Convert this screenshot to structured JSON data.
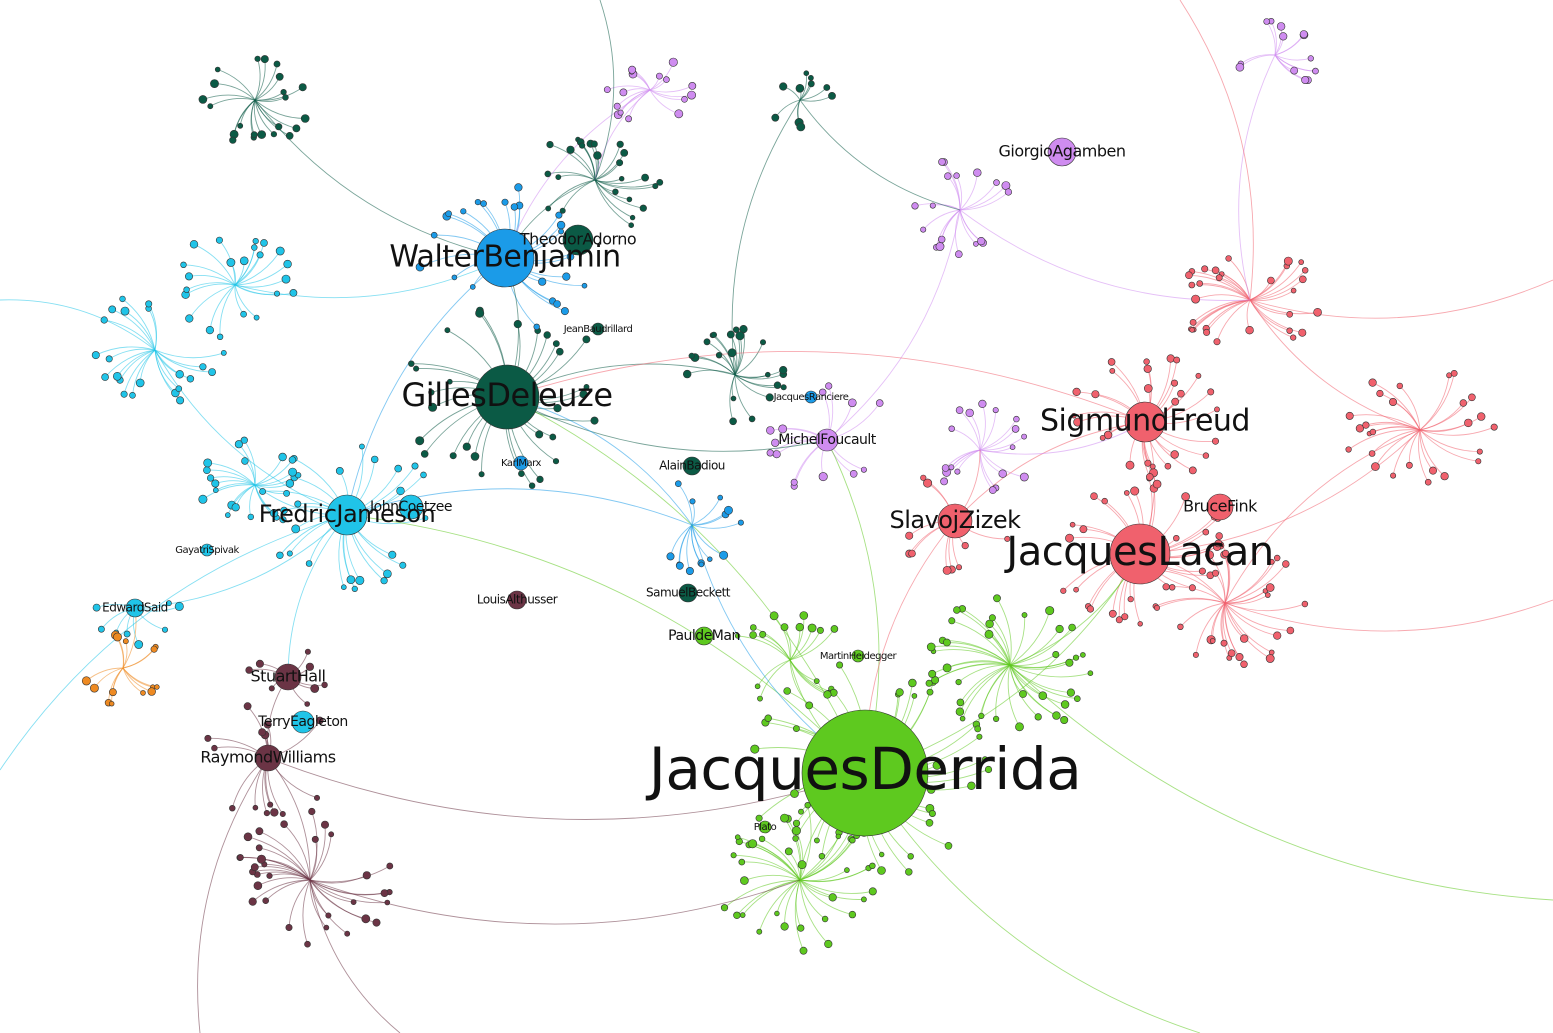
{
  "graph": {
    "colors": {
      "derrida": "#5ec91f",
      "lacan": "#f0616d",
      "deleuze": "#0b5a45",
      "benjamin": "#1b9be8",
      "jameson": "#20c4e8",
      "cultural": "#6b3445",
      "agamben": "#cf8cf0",
      "misc": "#b8860b",
      "orange": "#ee8a22"
    },
    "nodes": [
      {
        "id": "derrida",
        "label": "JacquesDerrida",
        "group": "derrida",
        "size": 4.0
      },
      {
        "id": "lacan",
        "label": "JacquesLacan",
        "group": "lacan",
        "size": 2.3
      },
      {
        "id": "freud",
        "label": "SigmundFreud",
        "group": "lacan",
        "size": 1.8
      },
      {
        "id": "zizek",
        "label": "SlavojZizek",
        "group": "lacan",
        "size": 1.3
      },
      {
        "id": "fink",
        "label": "BruceFink",
        "group": "lacan",
        "size": 0.8
      },
      {
        "id": "deleuze",
        "label": "GillesDeleuze",
        "group": "deleuze",
        "size": 2.0
      },
      {
        "id": "adorno",
        "label": "TheodorAdorno",
        "group": "deleuze",
        "size": 1.0
      },
      {
        "id": "badiou",
        "label": "AlainBadiou",
        "group": "deleuze",
        "size": 0.6
      },
      {
        "id": "beckett",
        "label": "SamuelBeckett",
        "group": "deleuze",
        "size": 0.6
      },
      {
        "id": "baudrillard",
        "label": "JeanBaudrillard",
        "group": "deleuze",
        "size": 0.4
      },
      {
        "id": "benjamin",
        "label": "WalterBenjamin",
        "group": "benjamin",
        "size": 1.8
      },
      {
        "id": "marx",
        "label": "KarlMarx",
        "group": "benjamin",
        "size": 0.5
      },
      {
        "id": "ranciere",
        "label": "JacquesRanciere",
        "group": "benjamin",
        "size": 0.4
      },
      {
        "id": "jameson",
        "label": "FredricJameson",
        "group": "jameson",
        "size": 1.2
      },
      {
        "id": "coetzee",
        "label": "JohnCoetzee",
        "group": "jameson",
        "size": 0.8
      },
      {
        "id": "said",
        "label": "EdwardSaid",
        "group": "jameson",
        "size": 0.6
      },
      {
        "id": "eagleton",
        "label": "TerryEagleton",
        "group": "jameson",
        "size": 0.7
      },
      {
        "id": "spivak",
        "label": "GayatriSpivak",
        "group": "jameson",
        "size": 0.4
      },
      {
        "id": "hall",
        "label": "StuartHall",
        "group": "cultural",
        "size": 0.8
      },
      {
        "id": "williams",
        "label": "RaymondWilliams",
        "group": "cultural",
        "size": 0.8
      },
      {
        "id": "althusser",
        "label": "LouisAlthusser",
        "group": "cultural",
        "size": 0.5
      },
      {
        "id": "foucault",
        "label": "MichelFoucault",
        "group": "agamben",
        "size": 0.7
      },
      {
        "id": "agamben",
        "label": "GiorgioAgamben",
        "group": "agamben",
        "size": 0.9
      },
      {
        "id": "demann",
        "label": "PauldeMan",
        "group": "derrida",
        "size": 0.6
      },
      {
        "id": "plato",
        "label": "Plato",
        "group": "derrida",
        "size": 0.4
      },
      {
        "id": "heidegger",
        "label": "MartinHeidegger",
        "group": "derrida",
        "size": 0.4
      }
    ]
  }
}
